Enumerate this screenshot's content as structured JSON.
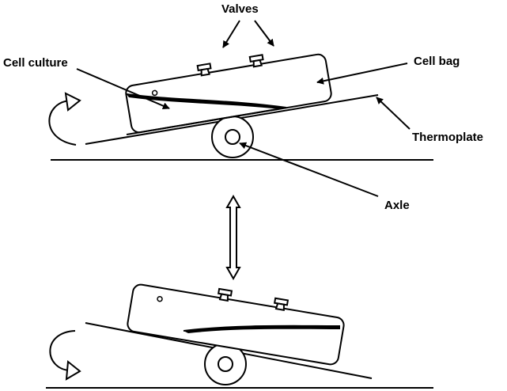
{
  "labels": {
    "valves": "Valves",
    "cell_culture": "Cell culture",
    "cell_bag": "Cell bag",
    "thermoplate": "Thermoplate",
    "axle": "Axle"
  },
  "colors": {
    "stroke": "#000000",
    "background": "#ffffff"
  }
}
